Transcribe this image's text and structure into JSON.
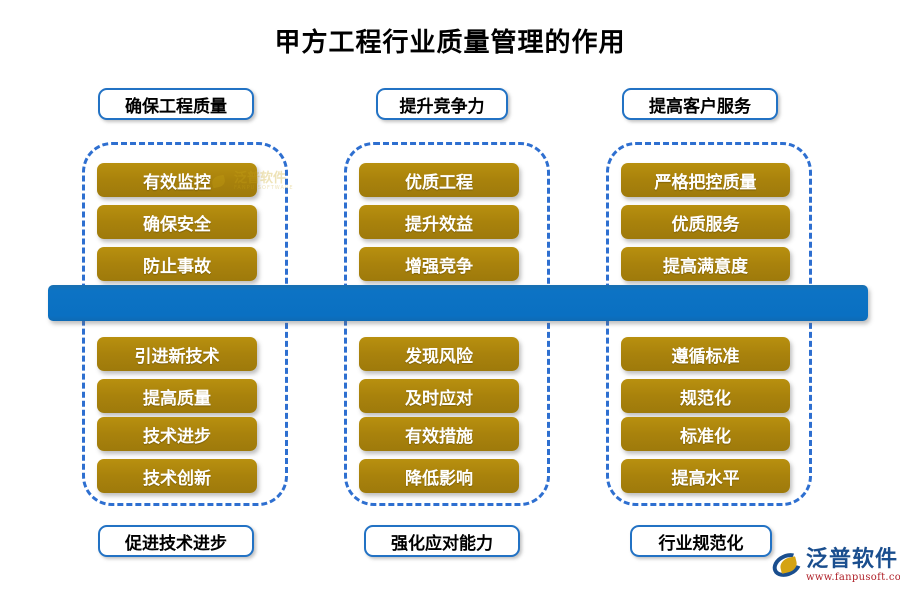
{
  "title": "甲方工程行业质量管理的作用",
  "brand": {
    "name": "泛普软件",
    "url": "www.fanpusoft.com",
    "watermark_text": "泛普软件",
    "watermark_sub": "FANPU SOFTWARE",
    "logo_icon": "leaf-swoosh-icon",
    "accent_blue": "#2272C4",
    "accent_gold": "#A9820C",
    "bar_blue": "#0C73C4",
    "dashed_blue": "#2E6FD0"
  },
  "columns": [
    {
      "top_label": "确保工程质量",
      "bottom_label": "促进技术进步",
      "top_items": [
        "有效监控",
        "确保安全",
        "防止事故"
      ],
      "bottom_items": [
        "引进新技术",
        "提高质量",
        "技术进步",
        "技术创新"
      ]
    },
    {
      "top_label": "提升竞争力",
      "bottom_label": "强化应对能力",
      "top_items": [
        "优质工程",
        "提升效益",
        "增强竞争"
      ],
      "bottom_items": [
        "发现风险",
        "及时应对",
        "有效措施",
        "降低影响"
      ]
    },
    {
      "top_label": "提高客户服务",
      "bottom_label": "行业规范化",
      "top_items": [
        "严格把控质量",
        "优质服务",
        "提高满意度"
      ],
      "bottom_items": [
        "遵循标准",
        "规范化",
        "标准化",
        "提高水平"
      ]
    }
  ]
}
